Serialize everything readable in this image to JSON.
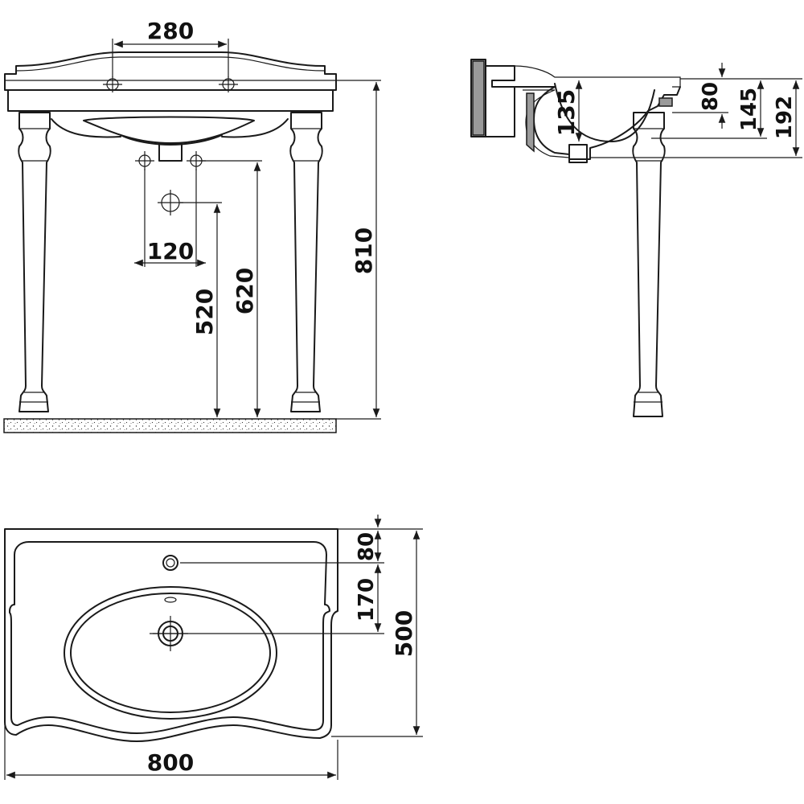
{
  "front_view": {
    "dims": {
      "tap_spacing": "280",
      "waste_spacing": "120",
      "waste_height": "620",
      "supply_height": "520",
      "total_height": "810"
    }
  },
  "side_view": {
    "dims": {
      "bowl_inner_depth": "135",
      "rim_depth": "80",
      "basin_depth": "145",
      "overall_depth": "192"
    }
  },
  "plan_view": {
    "dims": {
      "tap_offset": "80",
      "drain_offset": "170",
      "depth": "500",
      "width": "800"
    }
  }
}
